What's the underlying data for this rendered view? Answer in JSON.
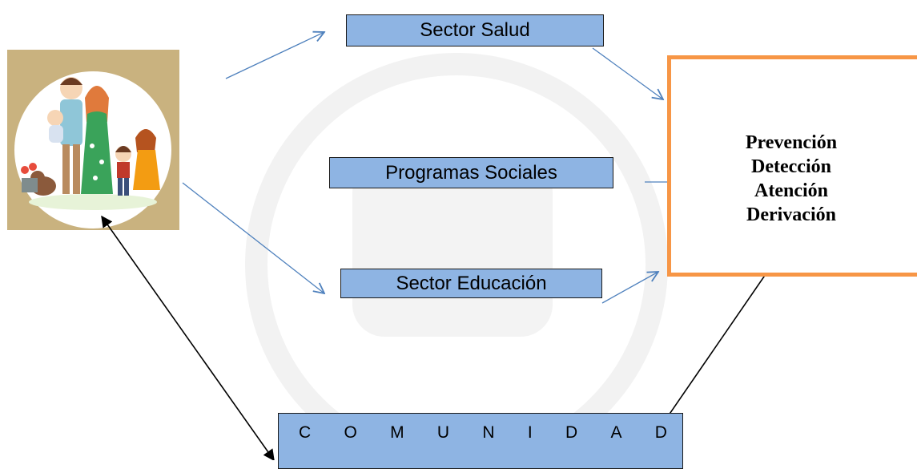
{
  "nodes": {
    "sector_salud": "Sector Salud",
    "programas_sociales": "Programas Sociales",
    "sector_educacion": "Sector Educación",
    "comunidad_letters": [
      "C",
      "O",
      "M",
      "U",
      "N",
      "I",
      "D",
      "A",
      "D"
    ]
  },
  "outcomes": {
    "items": [
      "Prevención",
      "Detección",
      "Atención",
      "Derivación"
    ]
  },
  "colors": {
    "box_fill": "#8eb4e3",
    "arrow_blue": "#4f81bd",
    "outcome_border": "#f79646",
    "image_bg": "#c9b27f"
  },
  "icons": {
    "family": "family-illustration"
  }
}
